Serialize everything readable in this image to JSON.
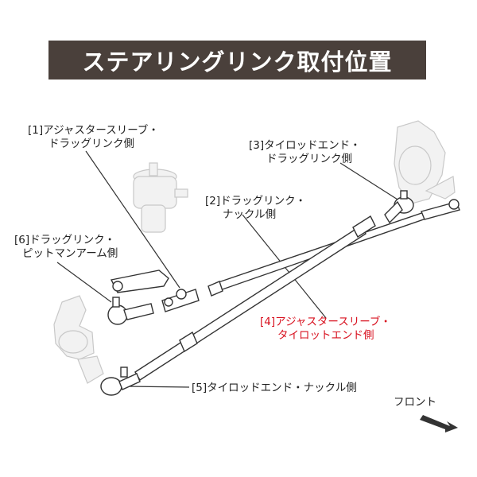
{
  "title": "ステアリングリンク取付位置",
  "labels": {
    "l1": [
      "[1]アジャスタースリーブ・",
      "ドラッグリンク側"
    ],
    "l2": [
      "[2]ドラッグリンク・",
      "ナックル側"
    ],
    "l3": [
      "[3]タイロッドエンド・",
      "ドラッグリンク側"
    ],
    "l4": [
      "[4]アジャスタースリーブ・",
      "タイロットエンド側"
    ],
    "l5": [
      "[5]タイロッドエンド・ナックル側"
    ],
    "l6": [
      "[6]ドラッグリンク・",
      "ピットマンアーム側"
    ]
  },
  "front_label": "フロント",
  "colors": {
    "title_bg": "#4a403b",
    "highlight": "#d8101e",
    "ghost_part": "#c8c8c8",
    "line": "#333333"
  }
}
